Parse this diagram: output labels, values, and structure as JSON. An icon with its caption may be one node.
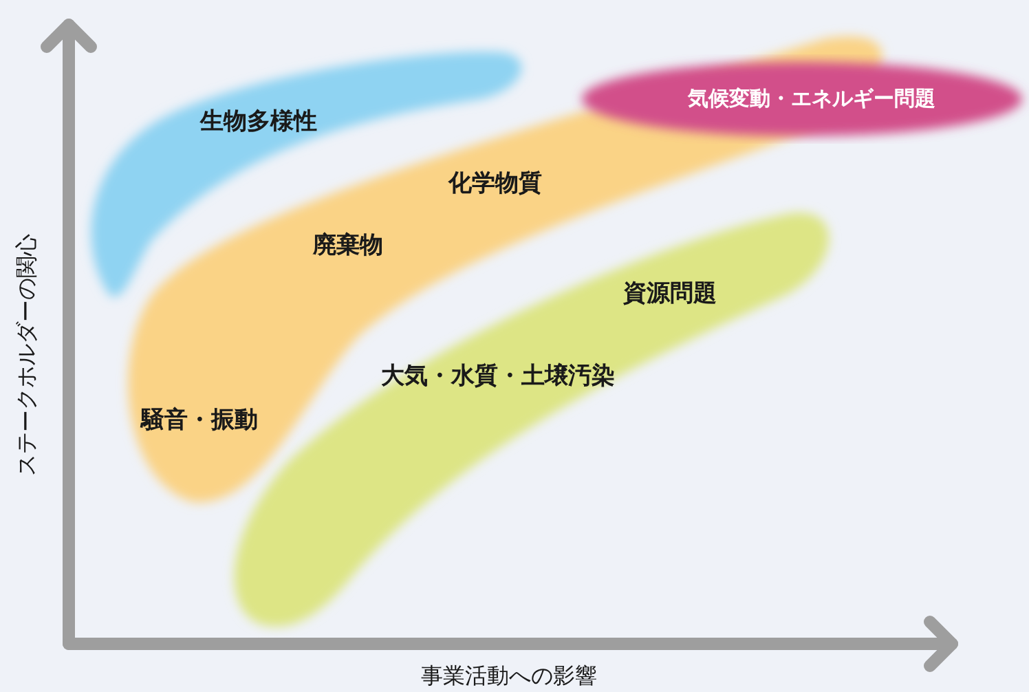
{
  "diagram": {
    "nodes": [
      {
        "text": [
          "生物多様性"
        ]
      },
      {
        "text": [
          "化学物質",
          "廃棄物",
          "騒音・振動"
        ]
      },
      {
        "text": [
          "資源問題",
          "大気・水質・土壌汚染"
        ]
      },
      {
        "text": [
          "気候変動・エネルギー問題"
        ]
      }
    ],
    "labels": [
      "ステークホルダーの関心",
      "事業活動への影響"
    ]
  }
}
